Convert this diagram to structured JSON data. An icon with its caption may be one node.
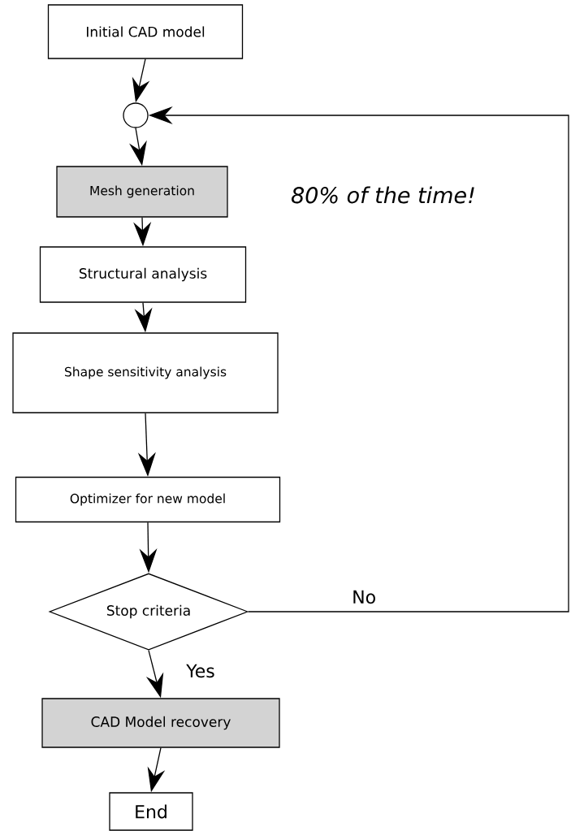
{
  "diagram": {
    "nodes": [
      {
        "text": [
          "Initial CAD model"
        ]
      },
      {
        "text": [],
        "shape": "circle"
      },
      {
        "text": [
          "Mesh generation"
        ]
      },
      {
        "text": [
          "Structural analysis"
        ]
      },
      {
        "text": [
          "Shape sensitivity analysis"
        ]
      },
      {
        "text": [
          "Optimizer for new model"
        ]
      },
      {
        "text": [
          "Stop criteria"
        ]
      },
      {
        "text": [
          "CAD Model recovery"
        ]
      },
      {
        "text": [
          "End"
        ]
      }
    ],
    "edges": [
      {
        "from": 0,
        "to": 1,
        "arrow": "to"
      },
      {
        "from": 1,
        "to": 2,
        "arrow": "to"
      },
      {
        "from": 2,
        "to": 3,
        "arrow": "to"
      },
      {
        "from": 3,
        "to": 4,
        "arrow": "to"
      },
      {
        "from": 4,
        "to": 5,
        "arrow": "to"
      },
      {
        "from": 5,
        "to": 6,
        "arrow": "to"
      },
      {
        "from": 6,
        "to": 7,
        "arrow": "to",
        "label": "Yes"
      },
      {
        "from": 7,
        "to": 8,
        "arrow": "to"
      },
      {
        "from": 6,
        "to": 1,
        "arrow": "to",
        "label": "No"
      }
    ],
    "labels": [
      "80% of the time!"
    ]
  }
}
